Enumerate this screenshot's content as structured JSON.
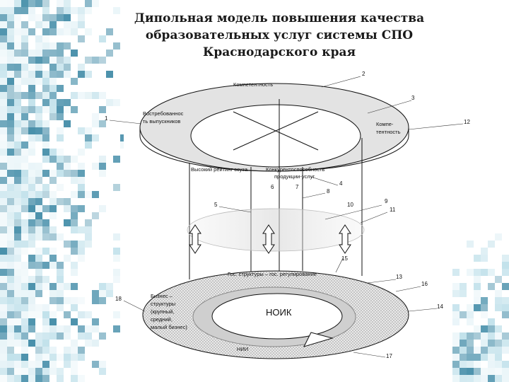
{
  "title": {
    "line1": "Дипольная модель повышения качества",
    "line2": "образовательных услуг системы СПО",
    "line3": "Краснодарского края"
  },
  "labels": {
    "kompetentnost": "Компетентность",
    "vostreb_1": "Востребованнос",
    "vostreb_2": "ть выпускников",
    "kompe_1": "Компе-",
    "kompe_2": "тентность",
    "reyting": "Высокий рейтинг ссуза",
    "konkur_1": "Конкурентоспособность",
    "konkur_2": "продукции-услуг",
    "gos": "Гос. структуры – гос. регулирование",
    "biz_1": "Бизнес –",
    "biz_2": "структуры",
    "biz_3": "(крупный,",
    "biz_4": "средний,",
    "biz_5": "малый бизнес)",
    "noik": "НОИК",
    "nii": "НИИ"
  },
  "numbers": {
    "n1": "1",
    "n2": "2",
    "n3": "3",
    "n4": "4",
    "n5": "5",
    "n6": "6",
    "n7": "7",
    "n8": "8",
    "n9": "9",
    "n10": "10",
    "n11": "11",
    "n12": "12",
    "n13": "13",
    "n14": "14",
    "n15": "15",
    "n16": "16",
    "n17": "17",
    "n18": "18"
  },
  "colors": {
    "mosaic_dark": "#3f8aa6",
    "mosaic_light": "#bfe0ea",
    "ellipse_fill": "#dcdcdc",
    "dotted_fill": "#cfcfcf"
  }
}
